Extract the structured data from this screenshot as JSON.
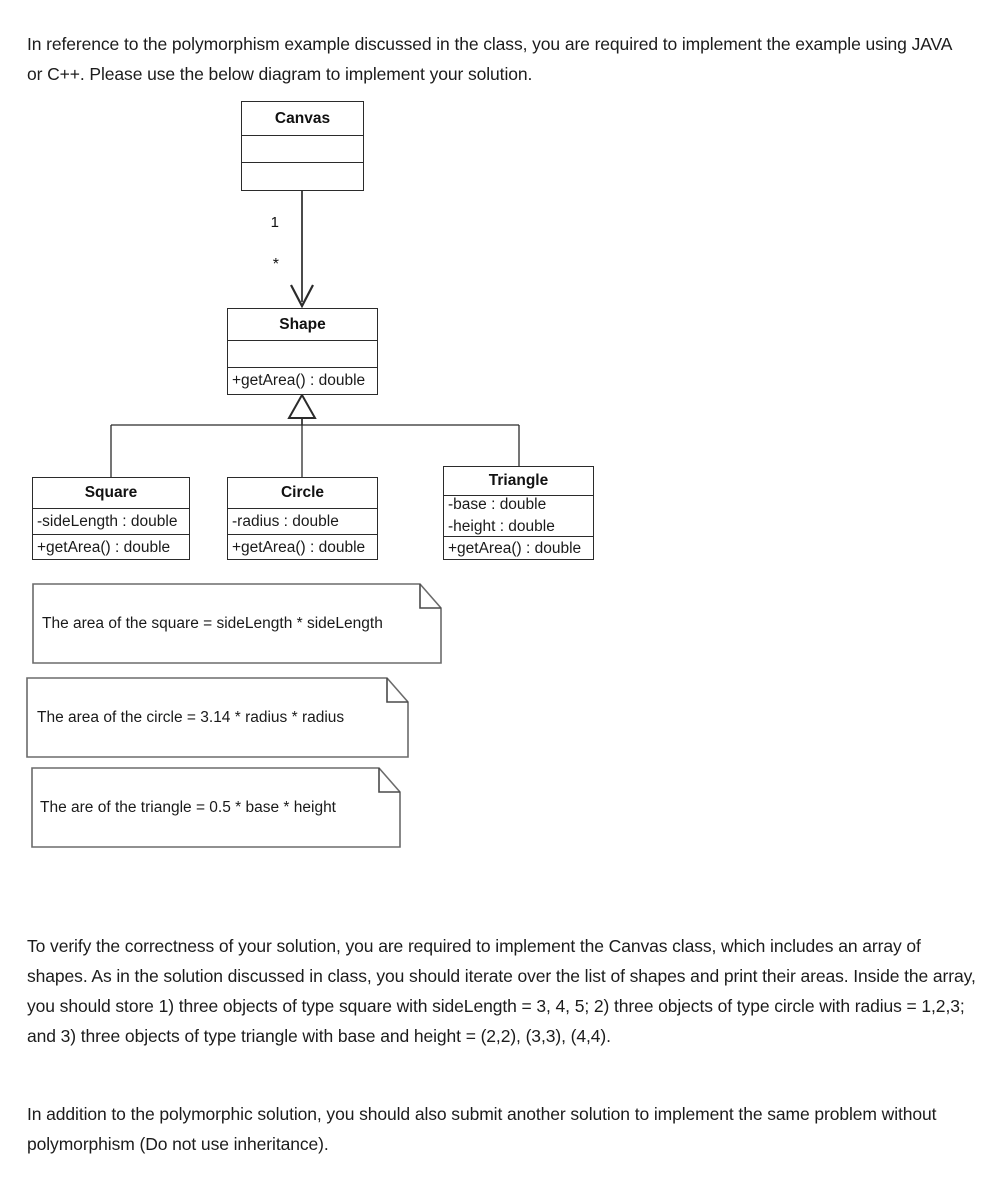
{
  "document": {
    "intro_paragraph": "In reference to the polymorphism example discussed in the class, you are required to implement the example using JAVA or C++. Please use the below diagram to implement your solution.",
    "verify_paragraph": "To verify the correctness of your solution, you are required to implement the Canvas class, which includes an array of shapes. As in the solution discussed in class, you should iterate over the list of shapes and print their areas. Inside the array, you should store 1) three objects of type square with sideLength = 3, 4, 5; 2) three objects of type circle with radius = 1,2,3; and 3) three objects of type triangle with base and height = (2,2), (3,3), (4,4).",
    "extra_paragraph": "In addition to the polymorphic solution, you should also submit another solution to implement the same problem without polymorphism (Do not use inheritance)."
  },
  "diagram": {
    "classes": {
      "canvas": {
        "name": "Canvas",
        "attributes": [],
        "operations": []
      },
      "shape": {
        "name": "Shape",
        "attributes": [],
        "operations": [
          "+getArea() : double"
        ]
      },
      "square": {
        "name": "Square",
        "attributes": [
          "-sideLength : double"
        ],
        "operations": [
          "+getArea() : double"
        ]
      },
      "circle": {
        "name": "Circle",
        "attributes": [
          "-radius : double"
        ],
        "operations": [
          "+getArea() : double"
        ]
      },
      "triangle": {
        "name": "Triangle",
        "attributes": [
          "-base : double",
          "-height : double"
        ],
        "operations": [
          "+getArea() : double"
        ]
      }
    },
    "association": {
      "source_multiplicity": "1",
      "target_multiplicity": "*"
    },
    "notes": [
      {
        "text": "The area of the square = sideLength * sideLength"
      },
      {
        "text": "The area of the circle = 3.14 * radius * radius"
      },
      {
        "text": "The are of the triangle = 0.5 * base * height"
      }
    ],
    "colors": {
      "line": "#2b2b2b",
      "note_border": "#6b6b6b",
      "text": "#1a1a1a",
      "background": "#ffffff"
    }
  }
}
